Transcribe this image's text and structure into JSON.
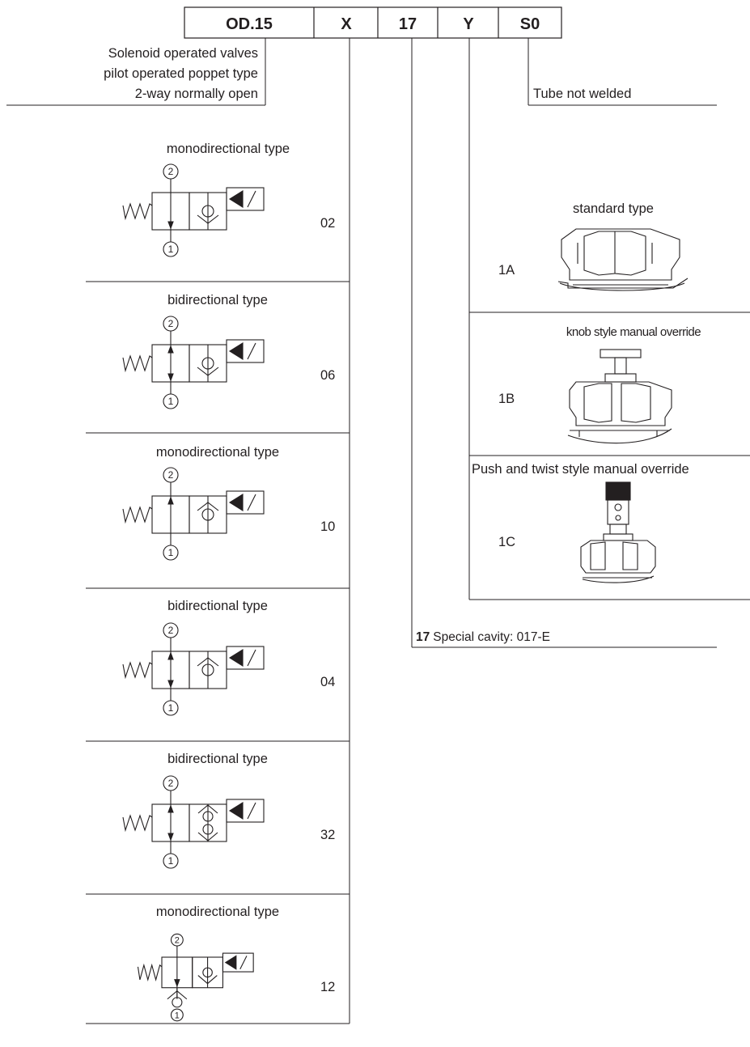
{
  "code_header": {
    "cells": [
      "OD.15",
      "X",
      "17",
      "Y",
      "S0"
    ]
  },
  "valve_description": [
    "Solenoid operated valves",
    "pilot operated poppet type",
    "2-way normally open"
  ],
  "tube_option": "Tube not welded",
  "cavity_note": {
    "code": "17",
    "text": "Special cavity: 017-E"
  },
  "valve_types": [
    {
      "title": "monodirectional type",
      "code": "02",
      "flow": "down",
      "check": "single-down"
    },
    {
      "title": "bidirectional type",
      "code": "06",
      "flow": "both",
      "check": "single-down"
    },
    {
      "title": "monodirectional type",
      "code": "10",
      "flow": "up",
      "check": "single-up"
    },
    {
      "title": "bidirectional type",
      "code": "04",
      "flow": "both",
      "check": "single-up"
    },
    {
      "title": "bidirectional type",
      "code": "32",
      "flow": "both",
      "check": "double"
    },
    {
      "title": "monodirectional type",
      "code": "12",
      "flow": "down",
      "check": "single-down-extra"
    }
  ],
  "port_labels": {
    "top": "2",
    "bottom": "1"
  },
  "override_types": [
    {
      "title": "standard type",
      "code": "1A"
    },
    {
      "title": "knob style manual override",
      "code": "1B"
    },
    {
      "title": "Push and twist style manual override",
      "code": "1C"
    }
  ]
}
